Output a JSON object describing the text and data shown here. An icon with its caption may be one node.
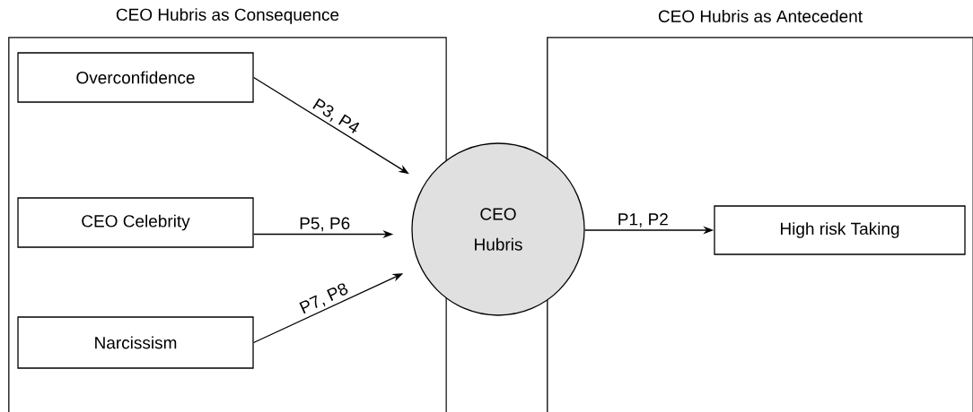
{
  "diagram": {
    "nodes": [
      {
        "text": [
          "CEO Hubris as Consequence"
        ]
      },
      {
        "text": [
          "Overconfidence"
        ],
        "in": 0
      },
      {
        "text": [
          "CEO Celebrity"
        ],
        "in": 0
      },
      {
        "text": [
          "Narcissism"
        ],
        "in": 0
      },
      {
        "text": [
          "CEO Hubris as Antecedent"
        ]
      },
      {
        "text": [
          "CEO Hubris"
        ]
      },
      {
        "text": [
          "High risk Taking"
        ],
        "in": 4
      }
    ],
    "edges": [
      {
        "from": 1,
        "to": 5,
        "arrow": "to",
        "label": "P3, P4"
      },
      {
        "from": 2,
        "to": 5,
        "arrow": "to",
        "label": "P5, P6"
      },
      {
        "from": 3,
        "to": 5,
        "arrow": "to",
        "label": "P7, P8"
      },
      {
        "from": 5,
        "to": 6,
        "arrow": "to",
        "label": "P1, P2"
      }
    ]
  }
}
